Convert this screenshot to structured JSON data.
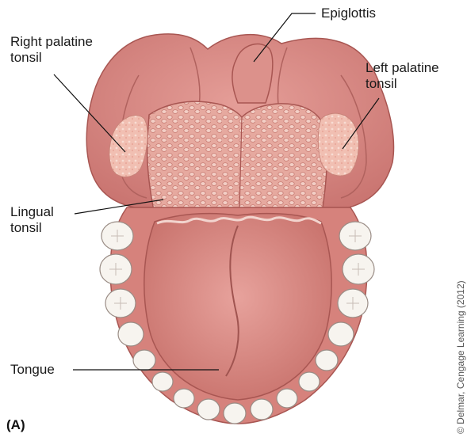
{
  "figure_label": "(A)",
  "credit": "© Delmar, Cengage Learning (2012)",
  "labels": {
    "epiglottis": "Epiglottis",
    "right_palatine_1": "Right palatine",
    "right_palatine_2": "tonsil",
    "left_palatine_1": "Left palatine",
    "left_palatine_2": "tonsil",
    "lingual_1": "Lingual",
    "lingual_2": "tonsil",
    "tongue": "Tongue"
  },
  "colors": {
    "tissue": "#d98a86",
    "tissue_dark": "#b8605e",
    "tonsil_tissue": "#e8aaa0",
    "palatine_tonsil": "#f2c2b6",
    "tooth": "#f7f4ef",
    "leader_line": "#111111"
  }
}
